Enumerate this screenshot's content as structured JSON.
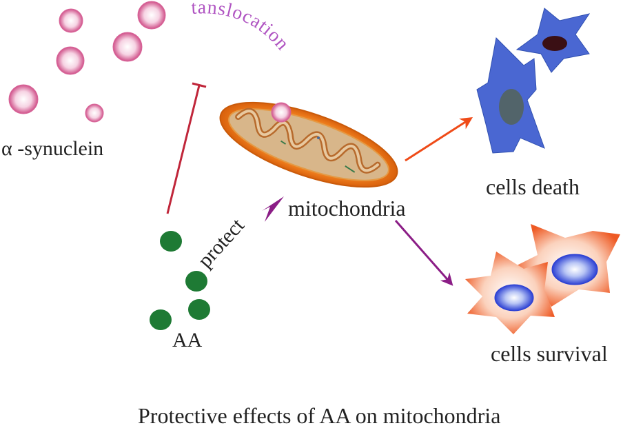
{
  "labels": {
    "alpha_synuclein": "α -synuclein",
    "translocation": "tanslocation",
    "mitochondria": "mitochondria",
    "protect": "protect",
    "aa": "AA",
    "cells_death": "cells death",
    "cells_survival": "cells survival",
    "caption": "Protective effects of AA on mitochondria"
  },
  "colors": {
    "synuclein": "#d9669a",
    "aa": "#1e7a34",
    "inhibit": "#c0263a",
    "protect_arrow": "#8b1d86",
    "death_arrow": "#ef4b18",
    "survival_arrow": "#8b1d86",
    "translocation_text": "#b055c2",
    "dead_cell": "#4563d0",
    "survival_cell": "#f0602a",
    "mitochondria": "#f08a2a"
  }
}
